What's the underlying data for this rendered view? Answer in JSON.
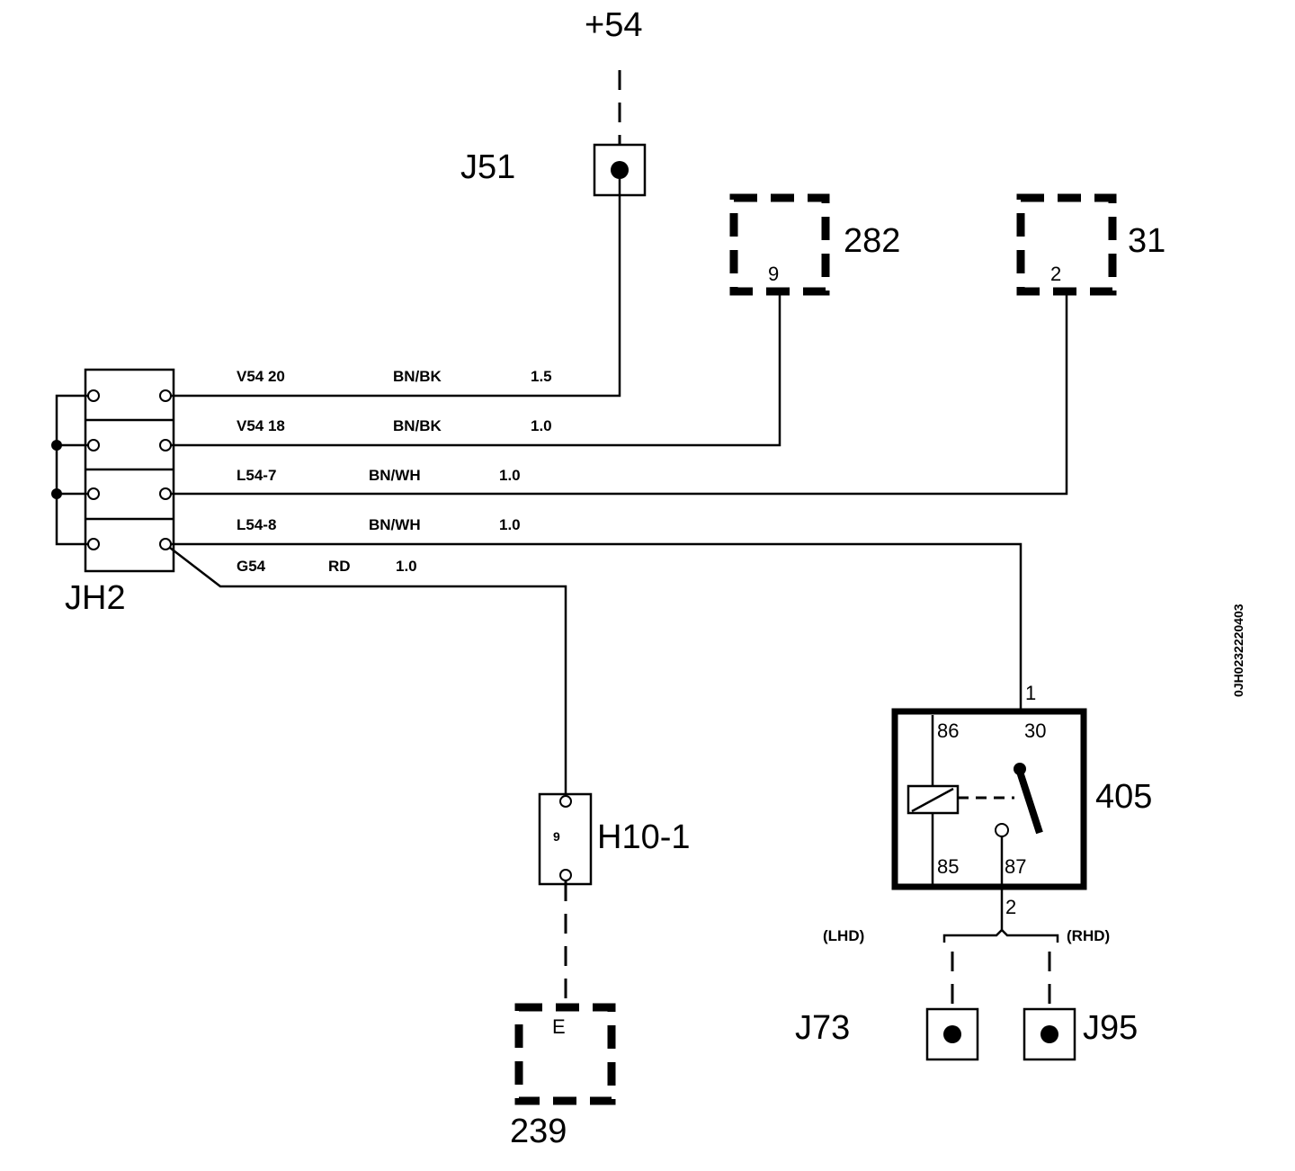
{
  "supply": {
    "label": "+54"
  },
  "connectors": {
    "j51": "J51",
    "jh2": "JH2",
    "h10": "H10-1",
    "h10_pin": "9",
    "j73": "J73",
    "j95": "J95"
  },
  "components": {
    "c282": {
      "label": "282",
      "pin": "9"
    },
    "c31": {
      "label": "31",
      "pin": "2"
    },
    "c239": {
      "label": "239",
      "pin": "E"
    },
    "relay": {
      "label": "405",
      "pin86": "86",
      "pin30": "30",
      "pin85": "85",
      "pin87": "87",
      "wire_in": "1",
      "wire_out": "2"
    }
  },
  "wires": [
    {
      "id": "V54 20",
      "color": "BN/BK",
      "size": "1.5"
    },
    {
      "id": "V54 18",
      "color": "BN/BK",
      "size": "1.0"
    },
    {
      "id": "L54-7",
      "color": "BN/WH",
      "size": "1.0"
    },
    {
      "id": "L54-8",
      "color": "BN/WH",
      "size": "1.0"
    },
    {
      "id": "G54",
      "color": "RD",
      "size": "1.0"
    }
  ],
  "variants": {
    "lhd": "(LHD)",
    "rhd": "(RHD)"
  },
  "doc_code": "0JH0232220403"
}
